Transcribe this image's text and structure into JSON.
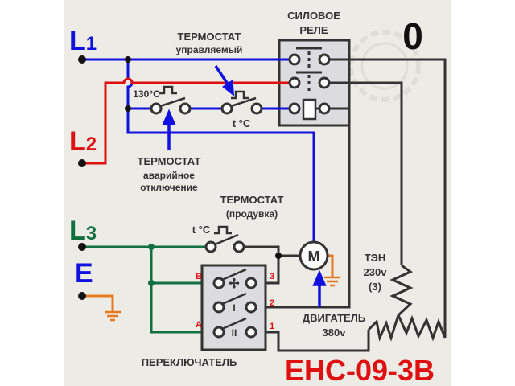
{
  "lines": {
    "L1": {
      "letter": "L",
      "index": "1"
    },
    "L2": {
      "letter": "L",
      "index": "2"
    },
    "L3": {
      "letter": "L",
      "index": "3"
    },
    "E": "E"
  },
  "relay": {
    "title_line1": "СИЛОВОЕ",
    "title_line2": "РЕЛЕ"
  },
  "neutral_label": "0",
  "thermostat_controlled": {
    "title": "ТЕРМОСТАТ",
    "subtitle": "управляемый",
    "temp": "t °C"
  },
  "thermostat_emergency": {
    "title": "ТЕРМОСТАТ",
    "subtitle1": "аварийное",
    "subtitle2": "отключение",
    "temp": "130°C"
  },
  "thermostat_blow": {
    "title": "ТЕРМОСТАТ",
    "subtitle": "(продувка)",
    "temp": "t °C"
  },
  "motor": {
    "symbol": "M",
    "label": "ДВИГАТЕЛЬ",
    "voltage": "380v"
  },
  "heater": {
    "label": "ТЭН",
    "voltage": "230v",
    "count": "(3)"
  },
  "switch": {
    "label": "ПЕРЕКЛЮЧАТЕЛЬ",
    "pos_b": "B",
    "pos_a": "A",
    "term3": "3",
    "term2": "2",
    "term1": "1",
    "mode1": "I",
    "mode2": "II"
  },
  "model": "ЕНС-09-3В",
  "colors": {
    "L1": "#1010e0",
    "L2": "#e01010",
    "L3": "#107040",
    "E": "#1010e0",
    "ground": "#e87820",
    "wire": "#333333",
    "background": "#edebe5"
  }
}
